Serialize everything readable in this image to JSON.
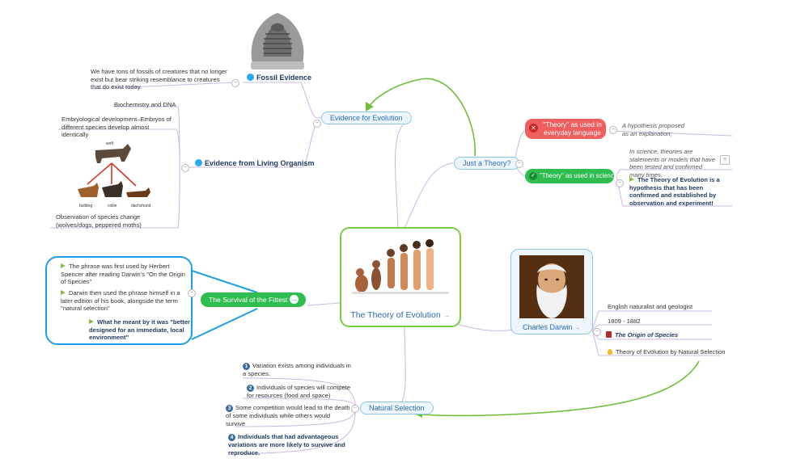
{
  "central": {
    "title": "The Theory of Evolution",
    "arrow": "→"
  },
  "evidence": {
    "label": "Evidence for Evolution",
    "fossil": {
      "label": "Fossil Evidence",
      "text": "We have tons of fossils of creatures that no longer exist but bear striking resemblance to creatures that do exist today."
    },
    "living": {
      "label": "Evidence from Living Organism",
      "items": [
        "Biochemistry and DNA",
        "Embryological development–Embryos of different species develop almost identically",
        "Observation of species change (wolves/dogs, peppered moths)"
      ],
      "image_labels": {
        "top": "wolf",
        "left": "bulldog",
        "mid": "collie",
        "right": "dachshund"
      }
    }
  },
  "theory": {
    "label": "Just a Theory?",
    "everyday": {
      "label": "\"Theory\" as used in everyday language",
      "note": "A hypothesis proposed as an explanation;"
    },
    "science": {
      "label": "\"Theory\" as used in science",
      "note": "In science, theories are statements or models that have been tested and confirmed many times.",
      "point": "The Theory of Evolution is a hypothesis that has been confirmed and established by observation and experiment!"
    }
  },
  "survival": {
    "label": "The Survival of the Fittest",
    "items": [
      "The phrase was first used by Herbert Spencer after reading Darwin's \"On the Origin of Species\"",
      "Darwin then used the phrase himself in a later edition of his book, alongside the term \"natural selection\"",
      "What he meant by it was \"better designed for an immediate, local environment\""
    ]
  },
  "darwin": {
    "label": "Charles Darwin",
    "items": [
      "English naturalist and geologist",
      "1809 - 1882",
      "The Origin of Species",
      "Theory of Evolution by Natural Selection"
    ]
  },
  "natural": {
    "label": "Natural Selection",
    "items": [
      {
        "n": "1",
        "text": "Variation exists among individuals in a species."
      },
      {
        "n": "2",
        "text": "Individuals of species will compete for resources (food and space)"
      },
      {
        "n": "3",
        "text": "Some competition would lead to the death of some individuals while others would survive"
      },
      {
        "n": "4",
        "text": "Individuals that had advantageous variations are more likely to survive and reproduce."
      }
    ]
  },
  "colors": {
    "accent": "#2aa8f0",
    "green": "#7ac943",
    "red": "#e85c5c",
    "science_green": "#2ebd4e",
    "line": "#c9b8e0"
  },
  "icons": [
    "minus-collapse-icon",
    "cross-icon",
    "check-icon",
    "green-arrow-icon",
    "book-icon",
    "lightbulb-icon",
    "number-icon",
    "note-icon"
  ]
}
